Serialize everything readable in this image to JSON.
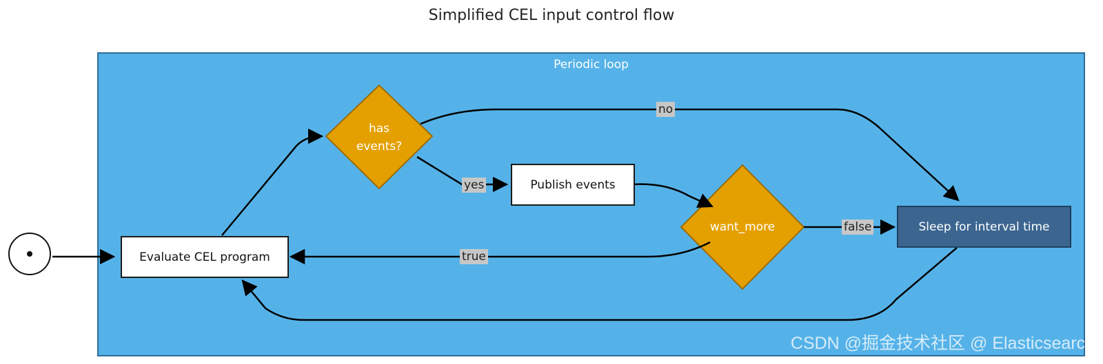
{
  "title": "Simplified CEL input control flow",
  "loop_label": "Periodic loop",
  "nodes": {
    "evaluate": "Evaluate CEL program",
    "has_events_line1": "has",
    "has_events_line2": "events?",
    "publish": "Publish events",
    "want_more": "want_more",
    "sleep": "Sleep for interval time"
  },
  "edge_labels": {
    "no": "no",
    "yes": "yes",
    "false": "false",
    "true": "true"
  },
  "watermark": "CSDN @掘金技术社区 @ Elasticsearch",
  "colors": {
    "loop_bg": "#55b2e8",
    "decision": "#e4a000",
    "sleep_box": "#3c6690",
    "edge_label_bg": "#c7c7c7"
  }
}
